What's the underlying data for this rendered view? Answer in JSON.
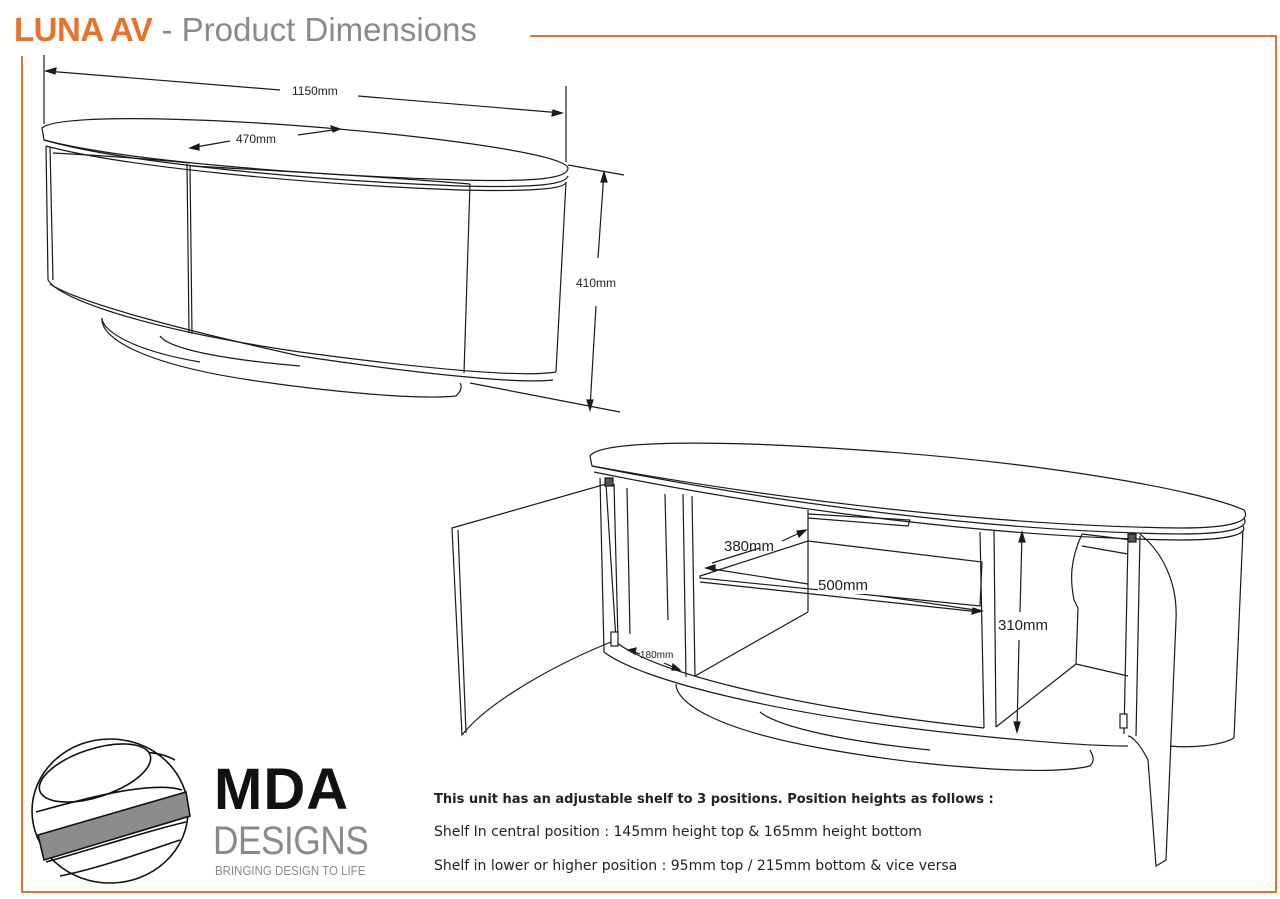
{
  "header": {
    "brand": "LUNA AV",
    "separator": "-",
    "subtitle": "Product Dimensions"
  },
  "colors": {
    "accent": "#e8722a",
    "title_gray": "#8a8a8a",
    "line": "#222222",
    "logo_band": "#8c8c8c"
  },
  "drawing_closed": {
    "width_label": "1150mm",
    "depth_label": "470mm",
    "height_label": "410mm"
  },
  "drawing_open": {
    "shelf_depth_label": "380mm",
    "shelf_width_label": "500mm",
    "side_depth_label": "180mm",
    "inner_height_label": "310mm"
  },
  "logo": {
    "line1": "MDA",
    "line2": "DESIGNS",
    "tagline": "BRINGING DESIGN TO LIFE",
    "icon": "sphere-logo-icon"
  },
  "notes": {
    "heading": "This unit has an adjustable shelf to 3 positions. Position heights as follows :",
    "line1": "Shelf In central position : 145mm height top & 165mm height bottom",
    "line2": "Shelf in lower or higher position : 95mm top  / 215mm bottom & vice versa"
  }
}
